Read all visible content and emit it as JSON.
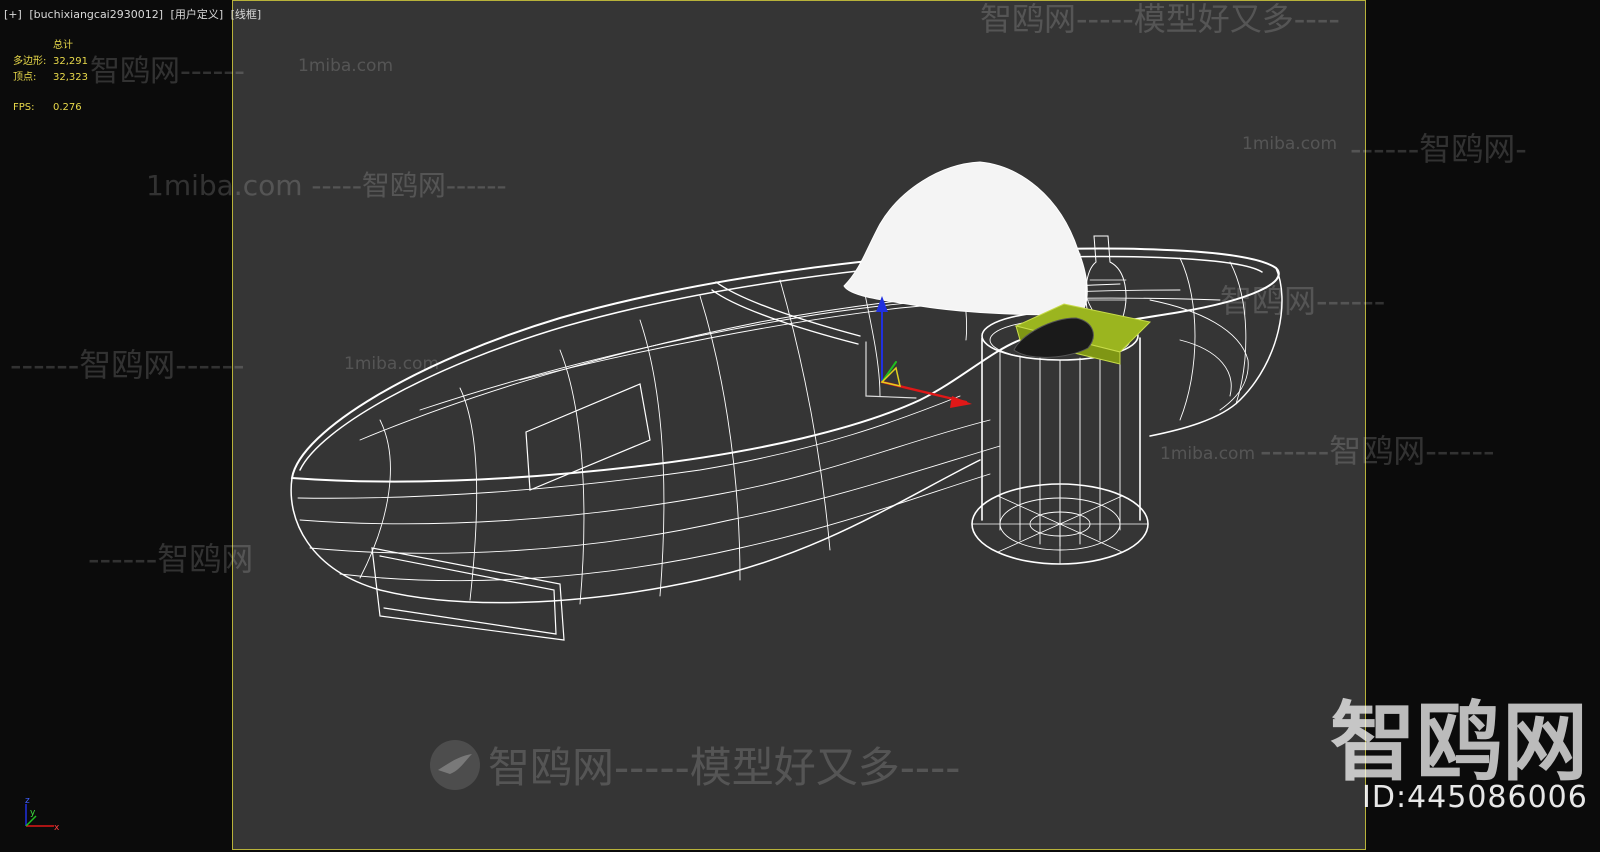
{
  "viewport": {
    "tab_plus": "[+]",
    "camera_name": "[buchixiangcai2930012]",
    "view_mode": "[用户定义]",
    "shading": "[线框]"
  },
  "stats": {
    "header": "总计",
    "polys_label": "多边形:",
    "polys_value": "32,291",
    "verts_label": "顶点:",
    "verts_value": "32,323",
    "fps_label": "FPS:",
    "fps_value": "0.276"
  },
  "watermarks": {
    "top_center": "智鸥网-----模型好又多----",
    "left_upper": "智鸥网------",
    "left_upper_url": "1miba.com",
    "left_mid": "1miba.com -----智鸥网------",
    "left_lower": "------智鸥网------",
    "left_lower_url": "1miba.com",
    "left_bottom": "------智鸥网",
    "right_upper_url": "1miba.com",
    "right_upper": "------智鸥网-",
    "right_mid": "智鸥网------",
    "right_lower_url": "1miba.com",
    "right_lower": "------智鸥网------",
    "bottom_center": "智鸥网-----模型好又多----",
    "brand_big": "智鸥网",
    "id": "ID:445086006"
  },
  "axis": {
    "x": "x",
    "y": "y",
    "z": "z"
  },
  "colors": {
    "viewport_bg": "#353535",
    "outer_bg": "#0b0b0b",
    "viewport_border": "#b8b23a",
    "stats_text": "#e8d94a",
    "wire": "#ffffff",
    "book": "#9bb51f",
    "gizmo_x": "#e01818",
    "gizmo_y": "#1fbf1f",
    "gizmo_z": "#2030e0"
  }
}
